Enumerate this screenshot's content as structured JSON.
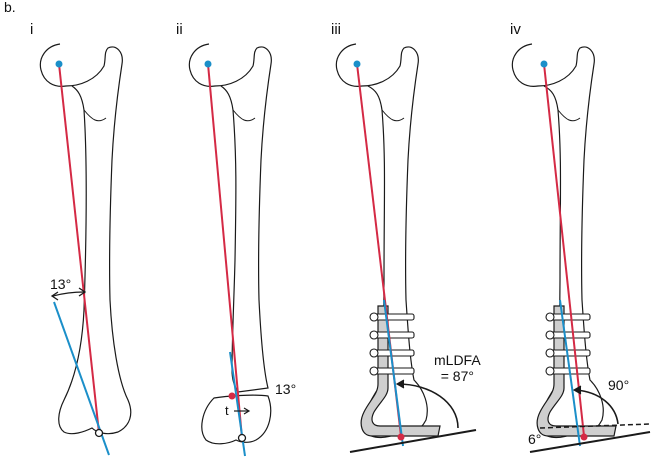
{
  "figure_label": "b.",
  "panels": [
    {
      "id": "i",
      "label": "i",
      "annotations": [
        "13°"
      ]
    },
    {
      "id": "ii",
      "label": "ii",
      "annotations": [
        "13°",
        "t"
      ]
    },
    {
      "id": "iii",
      "label": "iii",
      "annotations": [
        "mLDFA",
        "= 87°"
      ]
    },
    {
      "id": "iv",
      "label": "iv",
      "annotations": [
        "90°",
        "6°"
      ]
    }
  ],
  "colors": {
    "mechanical_axis": "#d42a45",
    "anatomical_axis": "#1b8fc9",
    "hip_center": "#1b8fc9",
    "knee_center_marker": "#d42a45",
    "bone_outline": "#1a1a1a",
    "plate_fill": "#cfcfcf"
  }
}
